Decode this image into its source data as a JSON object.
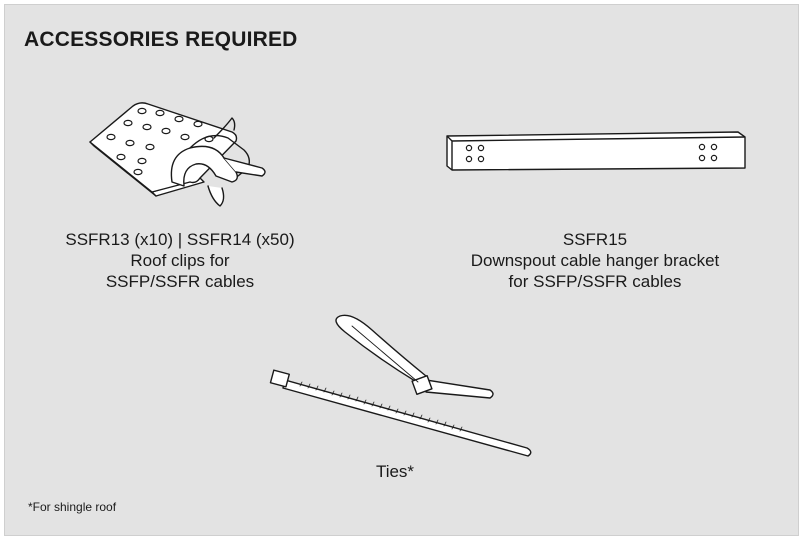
{
  "heading": "ACCESSORIES REQUIRED",
  "items": [
    {
      "lines": [
        "SSFR13 (x10) | SSFR14 (x50)",
        "Roof clips for",
        "SSFP/SSFR cables"
      ],
      "icon": "roof-clip-illustration"
    },
    {
      "lines": [
        "SSFR15",
        "Downspout cable hanger bracket",
        "for SSFP/SSFR cables"
      ],
      "icon": "hanger-bracket-illustration"
    },
    {
      "lines": [
        "Ties*"
      ],
      "icon": "cable-ties-illustration"
    }
  ],
  "footnote": "*For shingle roof",
  "colors": {
    "background": "#e3e3e3",
    "line_art": "#1a1a1a",
    "part_fill": "#ffffff"
  }
}
